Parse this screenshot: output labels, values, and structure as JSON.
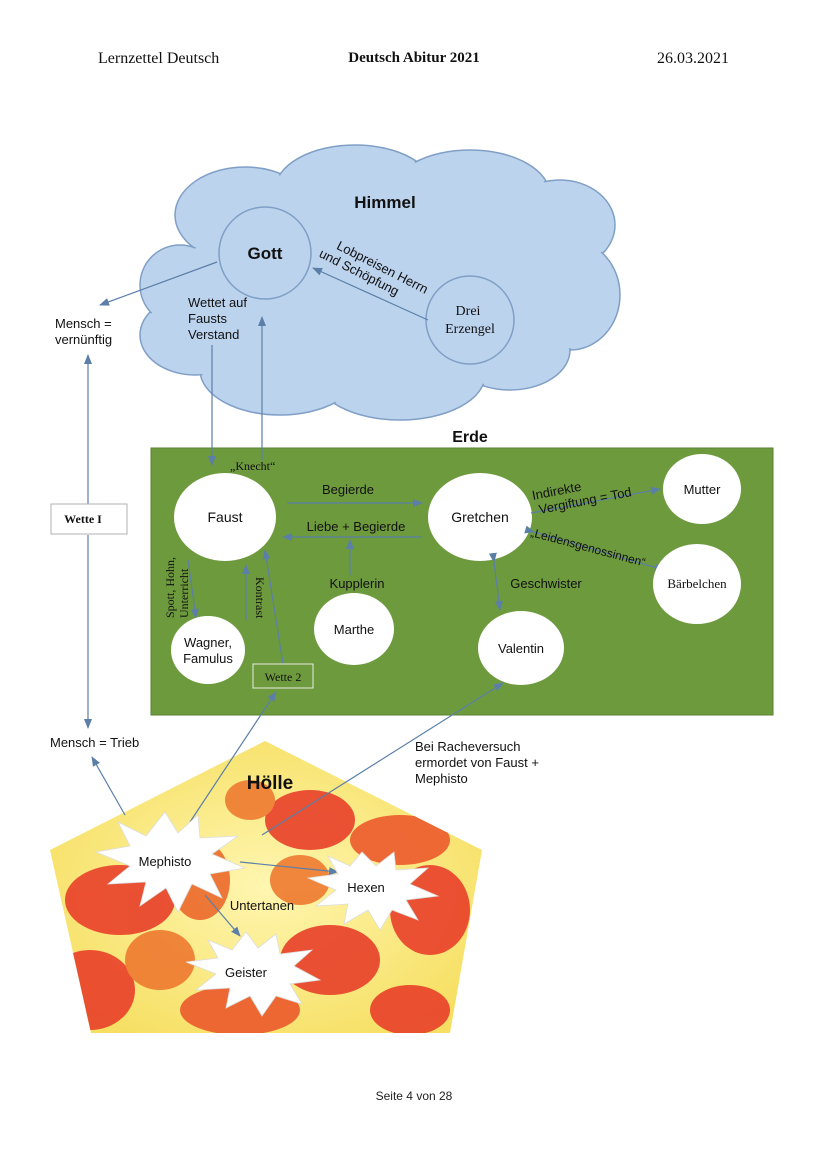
{
  "header": {
    "left": "Lernzettel Deutsch",
    "center": "Deutsch Abitur 2021",
    "right": "26.03.2021"
  },
  "diagram": {
    "himmel": {
      "title": "Himmel",
      "gott": "Gott",
      "lobpreisen_line1": "Lobpreisen Herrn",
      "lobpreisen_line2": "und Schöpfung",
      "erzengel_line1": "Drei",
      "erzengel_line2": "Erzengel",
      "wette_line1": "Wettet auf",
      "wette_line2": "Fausts",
      "wette_line3": "Verstand"
    },
    "mensch_vernunft_line1": "Mensch =",
    "mensch_vernunft_line2": "vernünftig",
    "wette1": "Wette I",
    "mensch_trieb": "Mensch = Trieb",
    "erde": {
      "title": "Erde",
      "knecht": "„Knecht“",
      "faust": "Faust",
      "begierde": "Begierde",
      "liebe_begierde": "Liebe + Begierde",
      "gretchen": "Gretchen",
      "vergiftung_line1": "Indirekte",
      "vergiftung_line2": "Vergiftung = Tod",
      "mutter": "Mutter",
      "leidensgenossinnen": "„Leidensgenossinnen“",
      "baerbelchen": "Bärbelchen",
      "geschwister": "Geschwister",
      "kupplerin": "Kupplerin",
      "marthe": "Marthe",
      "valentin": "Valentin",
      "spott_line1": "Spott, Hohn,",
      "spott_line2": "Unterricht",
      "kontrast": "Kontrast",
      "wagner_line1": "Wagner,",
      "wagner_line2": "Famulus",
      "wette2": "Wette 2"
    },
    "rache_line1": "Bei Racheversuch",
    "rache_line2": "ermordet von Faust +",
    "rache_line3": "Mephisto",
    "hoelle": {
      "title": "Hölle",
      "mephisto": "Mephisto",
      "hexen": "Hexen",
      "untertanen": "Untertanen",
      "geister": "Geister"
    }
  },
  "footer": "Seite 4 von 28",
  "colors": {
    "cloud_fill": "#bcd3ee",
    "cloud_stroke": "#7f9fc6",
    "earth_green": "#6e9a3e",
    "arrow_blue": "#5b7fa8",
    "hell_red": "#e8402a",
    "hell_yellow": "#f6df62"
  }
}
